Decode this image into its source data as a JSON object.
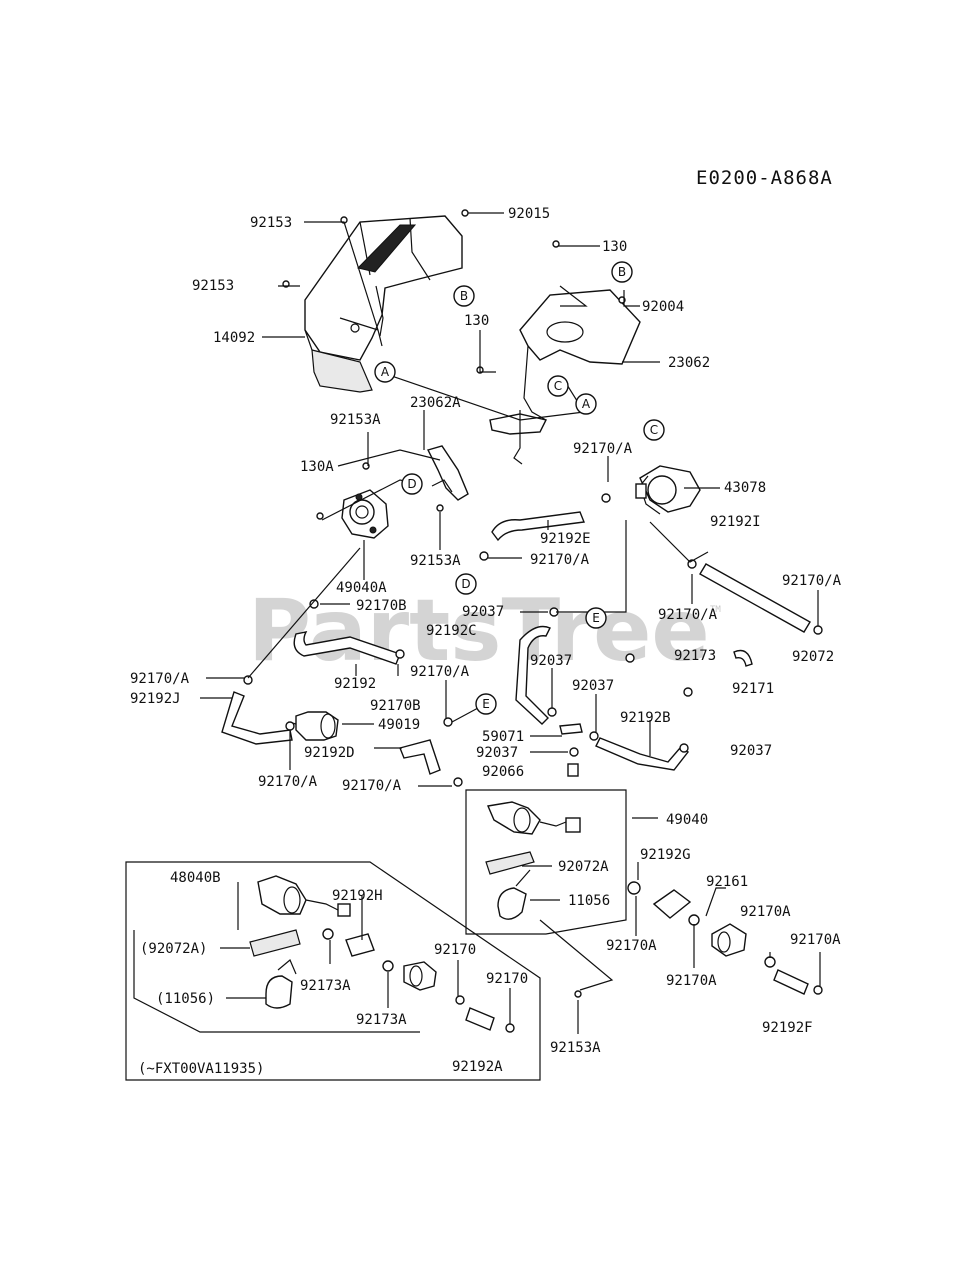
{
  "diagram_ref": "E0200-A868A",
  "watermark": "PartsTree",
  "tm": "TM",
  "callouts": {
    "A1": "A",
    "A2": "A",
    "B1": "B",
    "B2": "B",
    "C1": "C",
    "C2": "C",
    "D1": "D",
    "D2": "D",
    "E1": "E",
    "E2": "E"
  },
  "parts": {
    "p92153_top": "92153",
    "p92015": "92015",
    "p130_top": "130",
    "p92153_left": "92153",
    "p92004": "92004",
    "p14092": "14092",
    "p130_mid": "130",
    "p23062": "23062",
    "p92153A_1": "92153A",
    "p23062A": "23062A",
    "p130A": "130A",
    "p92170A_1": "92170/A",
    "p43078": "43078",
    "p92192I": "92192I",
    "p92192E": "92192E",
    "p92153A_2": "92153A",
    "p92170A_2": "92170/A",
    "p49040A": "49040A",
    "p92170A_3": "92170/A",
    "p92170B_1": "92170B",
    "p92037_1": "92037",
    "p92192C": "92192C",
    "p92170A_4": "92170/A",
    "p92072": "92072",
    "p92173": "92173",
    "p92037_2": "92037",
    "p92192": "92192",
    "p92170A_5": "92170/A",
    "p92171": "92171",
    "p92170A_6": "92170/A",
    "p92170B_2": "92170B",
    "p92037_3": "92037",
    "p92192J": "92192J",
    "p49019": "49019",
    "p92192B": "92192B",
    "p59071": "59071",
    "p92037_4": "92037",
    "p92192D": "92192D",
    "p92037_5": "92037",
    "p92066": "92066",
    "p92170A_7": "92170/A",
    "p92170A_8": "92170/A",
    "p49040": "49040",
    "p92072A": "92072A",
    "p92192G": "92192G",
    "p48040B": "48040B",
    "p92161": "92161",
    "p92192H": "92192H",
    "p11056": "11056",
    "p92170A_9": "92170A",
    "p92072A_paren": "(92072A)",
    "p92170_1": "92170",
    "p92170A_10": "92170A",
    "p92170A_11": "92170A",
    "p92173A_1": "92173A",
    "p92170_2": "92170",
    "p92170A_12": "92170A",
    "p11056_paren": "(11056)",
    "p92173A_2": "92173A",
    "p92153A_3": "92153A",
    "p92192F": "92192F",
    "p_serial": "(~FXT00VA11935)",
    "p92192A": "92192A"
  }
}
